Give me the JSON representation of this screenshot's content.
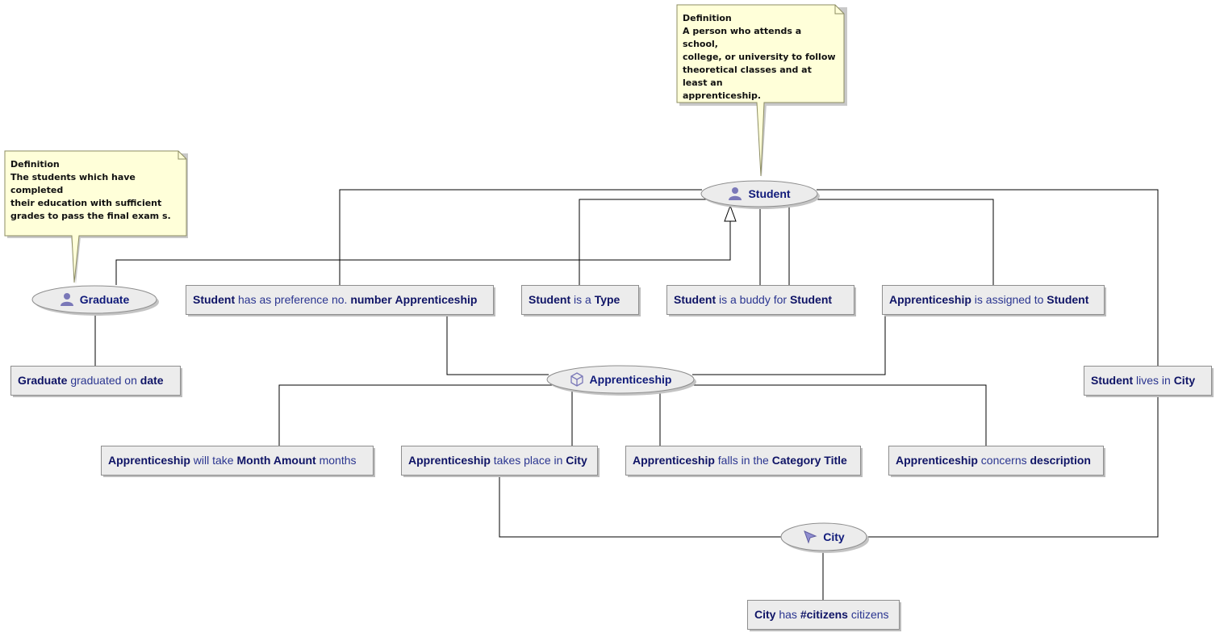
{
  "notes": [
    {
      "title": "Definition",
      "text": "The students which have completed\ntheir education with sufficient\ngrades to pass the final exam s."
    },
    {
      "title": "Definition",
      "text": "A person who attends a school,\ncollege, or university to follow\ntheoretical classes and at least an\napprenticeship."
    }
  ],
  "entities": {
    "student": {
      "label": "Student",
      "icon": "person-icon"
    },
    "graduate": {
      "label": "Graduate",
      "icon": "person-icon"
    },
    "apprenticeship": {
      "label": "Apprenticeship",
      "icon": "cube-icon"
    },
    "city": {
      "label": "City",
      "icon": "cursor-arrow-icon"
    }
  },
  "facts": [
    {
      "parts": [
        {
          "t": "Student",
          "b": true
        },
        {
          "t": " has as preference no. ",
          "b": false
        },
        {
          "t": "number",
          "b": true
        },
        {
          "t": " ",
          "b": false
        },
        {
          "t": "Apprenticeship",
          "b": true
        }
      ]
    },
    {
      "parts": [
        {
          "t": "Student",
          "b": true
        },
        {
          "t": " is a ",
          "b": false
        },
        {
          "t": "Type",
          "b": true
        }
      ]
    },
    {
      "parts": [
        {
          "t": "Student",
          "b": true
        },
        {
          "t": " is a buddy for ",
          "b": false
        },
        {
          "t": "Student",
          "b": true
        }
      ]
    },
    {
      "parts": [
        {
          "t": "Apprenticeship",
          "b": true
        },
        {
          "t": " is assigned to ",
          "b": false
        },
        {
          "t": "Student",
          "b": true
        }
      ]
    },
    {
      "parts": [
        {
          "t": "Graduate",
          "b": true
        },
        {
          "t": " graduated on ",
          "b": false
        },
        {
          "t": "date",
          "b": true
        }
      ]
    },
    {
      "parts": [
        {
          "t": "Student",
          "b": true
        },
        {
          "t": " lives in ",
          "b": false
        },
        {
          "t": "City",
          "b": true
        }
      ]
    },
    {
      "parts": [
        {
          "t": "Apprenticeship",
          "b": true
        },
        {
          "t": " will take ",
          "b": false
        },
        {
          "t": "Month Amount",
          "b": true
        },
        {
          "t": " months",
          "b": false
        }
      ]
    },
    {
      "parts": [
        {
          "t": "Apprenticeship",
          "b": true
        },
        {
          "t": " takes place in ",
          "b": false
        },
        {
          "t": "City",
          "b": true
        }
      ]
    },
    {
      "parts": [
        {
          "t": "Apprenticeship",
          "b": true
        },
        {
          "t": " falls in the ",
          "b": false
        },
        {
          "t": "Category Title",
          "b": true
        }
      ]
    },
    {
      "parts": [
        {
          "t": "Apprenticeship",
          "b": true
        },
        {
          "t": " concerns ",
          "b": false
        },
        {
          "t": "description",
          "b": true
        }
      ]
    },
    {
      "parts": [
        {
          "t": "City",
          "b": true
        },
        {
          "t": " has ",
          "b": false
        },
        {
          "t": "#citizens",
          "b": true
        },
        {
          "t": " citizens",
          "b": false
        }
      ]
    }
  ],
  "colors": {
    "note_fill": "#ffffd9",
    "note_border": "#8c8c62",
    "node_fill": "#ececec",
    "node_border": "#8e8e8e",
    "line": "#000000",
    "shadow": "#bdbdbd",
    "label_text": "#101a7a",
    "icon": "#7a78b8"
  }
}
